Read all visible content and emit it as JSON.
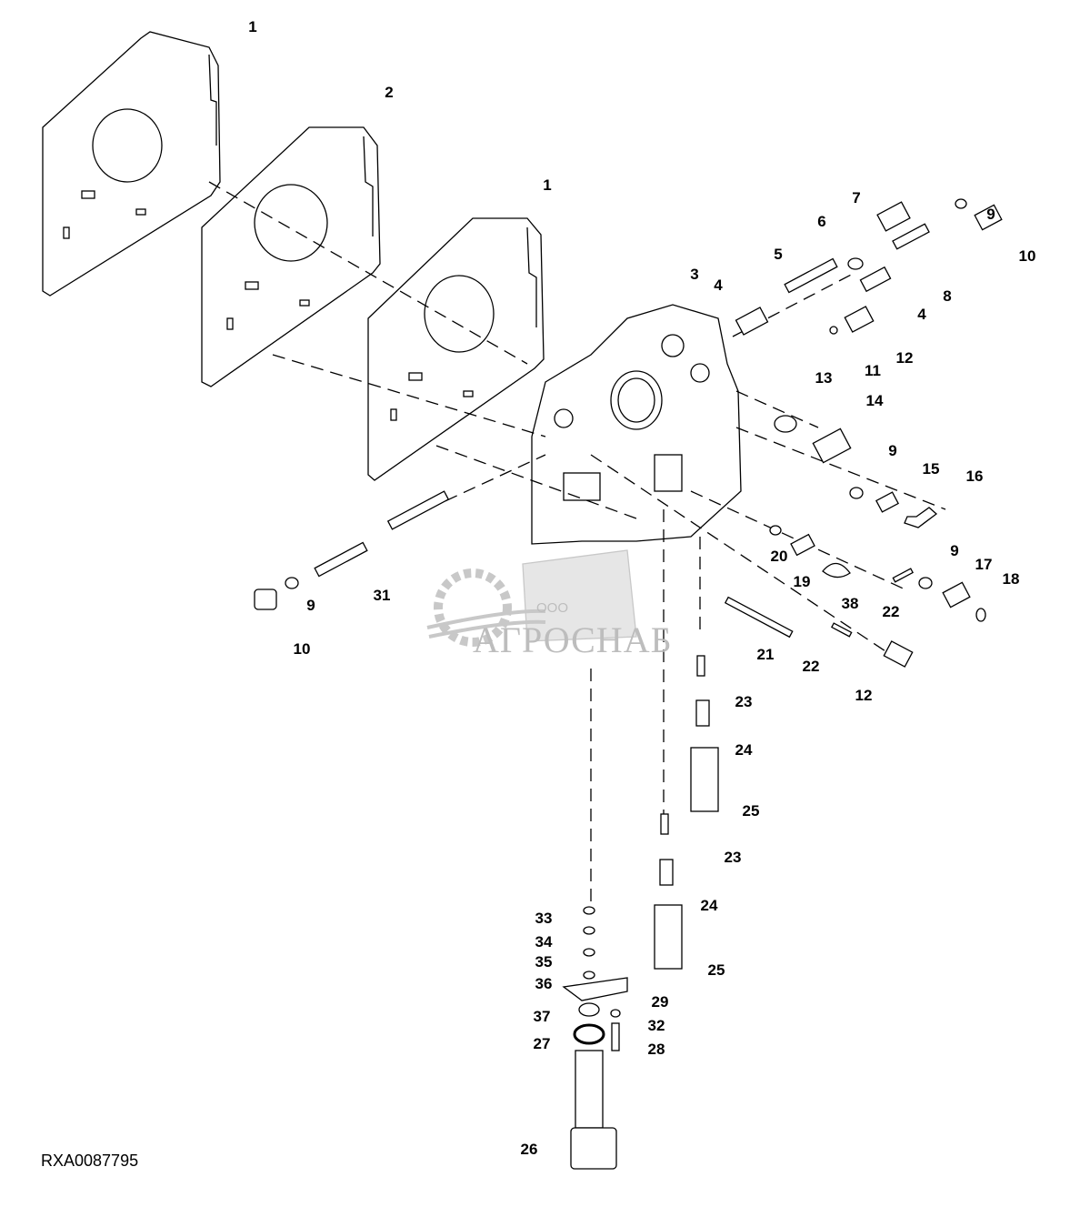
{
  "diagram": {
    "code": "RXA0087795",
    "watermark": {
      "company_prefix": "ООО",
      "company_name": "АГРОСНАБ"
    },
    "callouts": [
      "1",
      "2",
      "1",
      "3",
      "4",
      "5",
      "6",
      "7",
      "9",
      "10",
      "8",
      "4",
      "12",
      "11",
      "13",
      "14",
      "9",
      "15",
      "16",
      "20",
      "19",
      "9",
      "17",
      "18",
      "38",
      "22",
      "21",
      "22",
      "12",
      "31",
      "9",
      "10",
      "23",
      "24",
      "25",
      "23",
      "24",
      "25",
      "33",
      "34",
      "35",
      "36",
      "37",
      "27",
      "29",
      "32",
      "28",
      "26"
    ]
  }
}
